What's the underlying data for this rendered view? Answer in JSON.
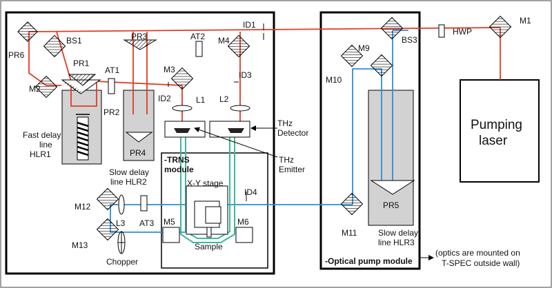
{
  "mirrors": {
    "m1": "M1",
    "m2": "M2",
    "m3": "M3",
    "m4": "M4",
    "m5": "M5",
    "m6": "M6",
    "m9": "M9",
    "m10": "M10",
    "m11": "M11",
    "m12": "M12",
    "m13": "M13"
  },
  "beamsplitters": {
    "bs1": "BS1",
    "bs3": "BS3"
  },
  "retroreflectors": {
    "pr1": "PR1",
    "pr2": "PR2",
    "pr3": "PR3",
    "pr4": "PR4",
    "pr5": "PR5",
    "pr6": "PR6"
  },
  "attenuators": {
    "at1": "AT1",
    "at2": "AT2",
    "at3": "AT3"
  },
  "irises": {
    "id1": "ID1",
    "id2": "ID2",
    "id3": "ID3",
    "id4": "ID4"
  },
  "lenses": {
    "l1": "L1",
    "l2": "L2",
    "l3": "L3"
  },
  "other": {
    "hwp": "HWP",
    "chopper": "Chopper",
    "sample": "Sample",
    "xy_stage": "X-Y stage"
  },
  "delay_lines": {
    "fast": [
      "Fast delay",
      "line",
      "HLR1"
    ],
    "slow2": [
      "Slow delay",
      "line HLR2"
    ],
    "slow3": [
      "Slow delay",
      "line HLR3"
    ]
  },
  "thz": {
    "detector": [
      "THz",
      "Detector"
    ],
    "emitter": [
      "THz",
      "Emitter"
    ]
  },
  "modules": {
    "trns": [
      "-TRNS",
      "module"
    ],
    "optical_pump": "-Optical pump module"
  },
  "laser": [
    "Pumping",
    "laser"
  ],
  "note": [
    "(optics are mounted on",
    "T-SPEC outside wall)"
  ],
  "colors": {
    "pump_beam": "#e03b24",
    "probe_beam": "#2a8fd6",
    "thz_beam": "#3bb89a",
    "stage_gray": "#d2d2d2",
    "outline": "#000000"
  }
}
